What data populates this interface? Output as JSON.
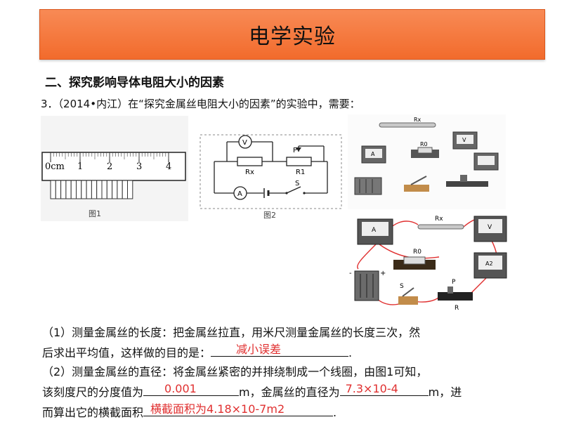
{
  "slide": {
    "title": "电学实验",
    "subtitle": "二、探究影响导体电阻大小的因素",
    "question": "3．（2014•内江）在“探究金属丝电阻大小的因素”的实验中，需要："
  },
  "figures": {
    "fig1_caption": "图1",
    "fig2_caption": "图2",
    "ruler_unit": "0cm",
    "ruler_ticks": [
      "1",
      "2",
      "3",
      "4"
    ],
    "circuit_labels": {
      "voltmeter": "V",
      "ammeter": "A",
      "rx": "Rx",
      "r1": "R1",
      "slider": "P",
      "switch": "S"
    },
    "equipment_labels": {
      "rx": "Rx",
      "r0": "R0",
      "switch": "S",
      "slider": "P",
      "rheostat": "R",
      "ammeter": "A",
      "voltmeter": "V",
      "ammeter2": "A2",
      "plus": "+",
      "minus": "-"
    }
  },
  "body": {
    "p1_line1": "（1）测量金属丝的长度：把金属丝拉直，用米尺测量金属丝的长度三次，然",
    "p1_line2_a": "后求出平均值，这样做的目的是：",
    "p1_line2_end": ".",
    "p2_line1": "（2）测量金属丝的直径：将金属丝紧密的并排绕制成一个线圈，由图1可知，",
    "p2_line2_a": "该刻度尺的分度值为",
    "p2_line2_b": "m，金属丝的直径为",
    "p2_line2_c": "m，进",
    "p2_line3_a": "而算出它的横截面积",
    "p2_line3_end": "."
  },
  "answers": {
    "purpose": "减小误差",
    "division": "0.001",
    "diameter": "7.3×10-4",
    "area": "横截面积为4.18×10-7m2"
  },
  "colors": {
    "title_bar": "#f26b2c",
    "answer_text": "#e03030",
    "wire_red": "#e03030"
  }
}
